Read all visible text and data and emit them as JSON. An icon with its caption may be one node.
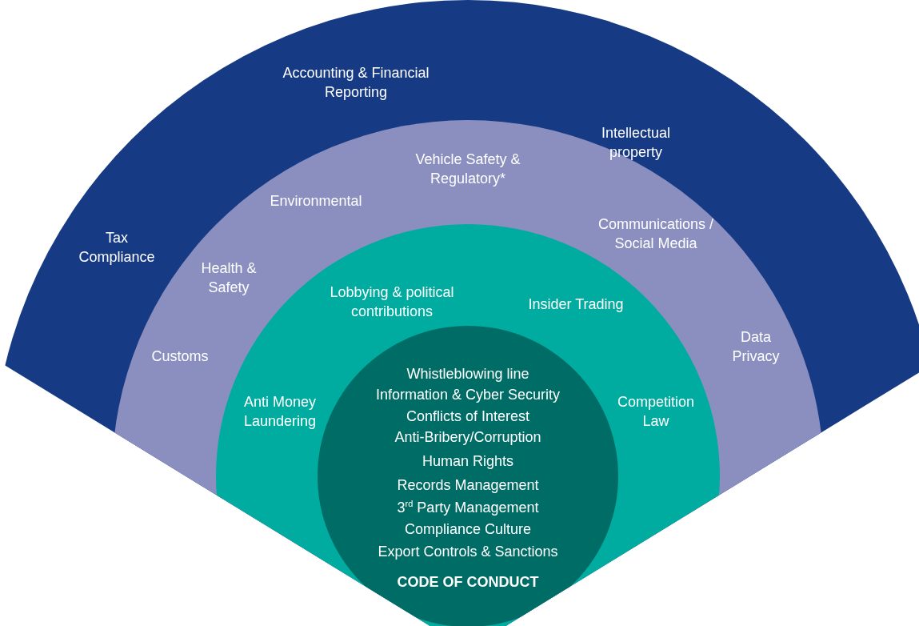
{
  "diagram": {
    "nodes": [
      {
        "text": [
          "Accounting & Financial Reporting",
          "Intellectual property",
          "Tax Compliance"
        ]
      },
      {
        "text": [
          "Vehicle Safety & Regulatory*",
          "Environmental",
          "Communications / Social Media",
          "Health & Safety",
          "Customs",
          "Data Privacy"
        ],
        "in": 0
      },
      {
        "text": [
          "Lobbying & political contributions",
          "Insider Trading",
          "Anti Money Laundering",
          "Competition Law"
        ],
        "in": 1
      },
      {
        "text": [
          "Whistleblowing line",
          "Information & Cyber Security",
          "Conflicts of Interest",
          "Anti-Bribery/Corruption",
          "Human Rights",
          "Records Management",
          "3$^{rd}$ Party Management",
          "Compliance Culture",
          "Export Controls & Sanctions",
          "CODE OF CONDUCT"
        ],
        "in": 2
      }
    ]
  }
}
